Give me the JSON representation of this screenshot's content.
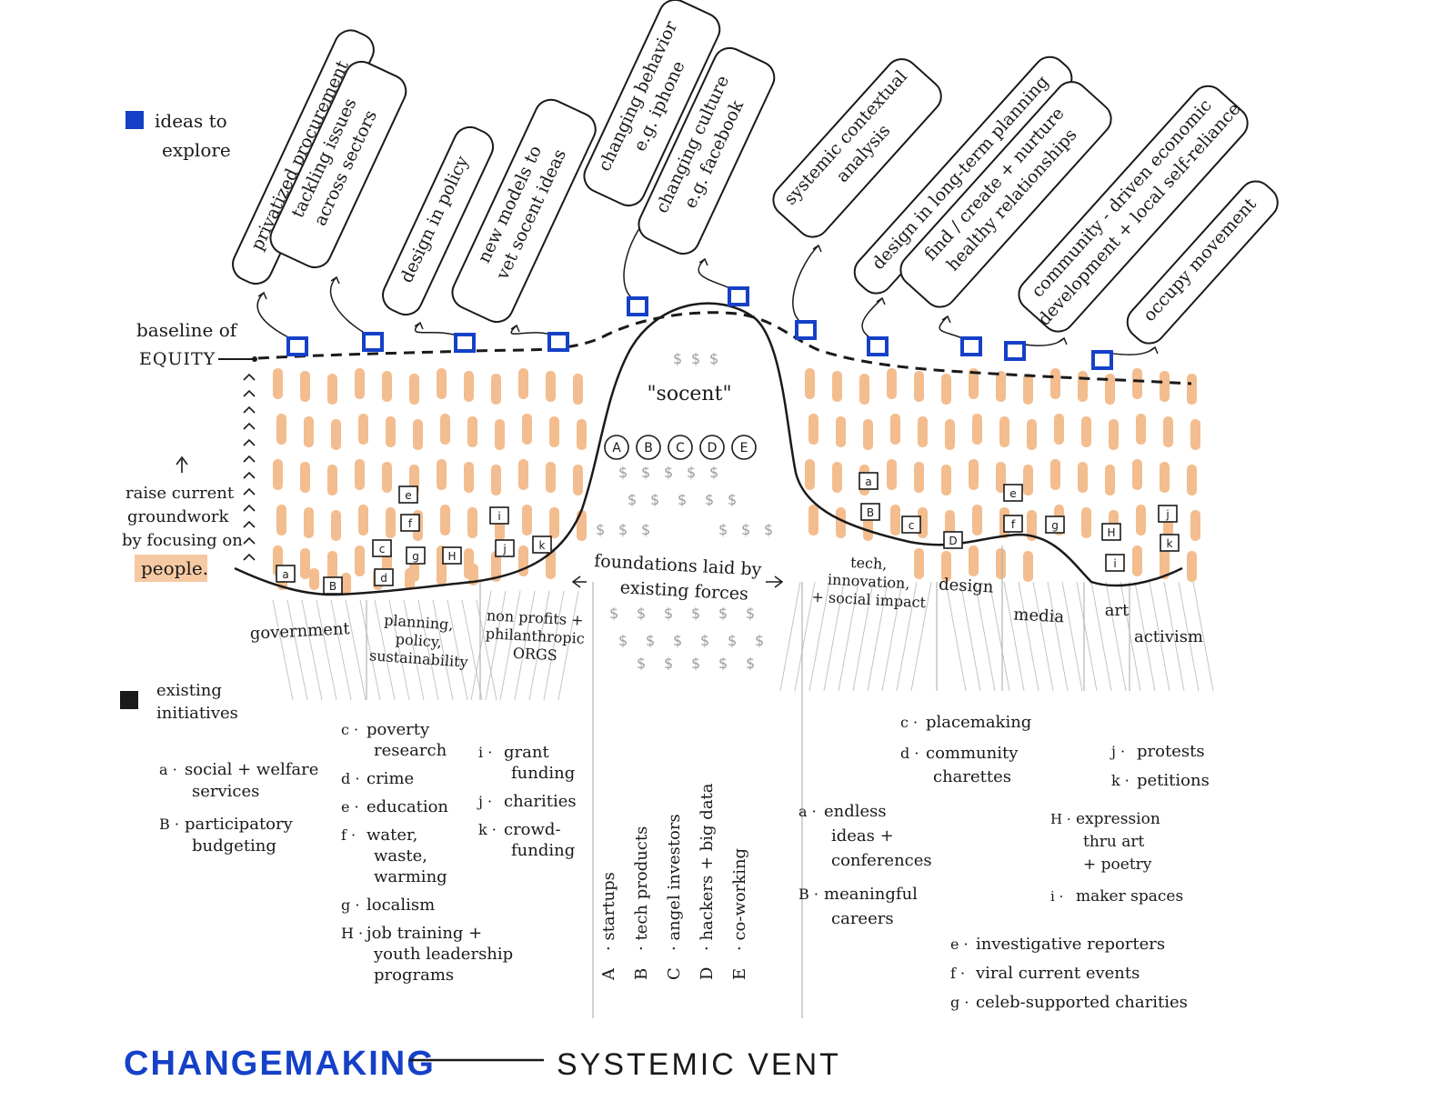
{
  "colors": {
    "ink": "#1a1a1a",
    "blue": "#1540c8",
    "orange": "#f2b27c",
    "pencil": "#b8b8b8"
  },
  "legend": {
    "ideas": "ideas to explore",
    "existing": "existing initiatives"
  },
  "baseline": [
    "baseline of",
    "EQUITY"
  ],
  "raise": [
    "raise current",
    "groundwork",
    "by focusing on",
    "people."
  ],
  "socent": "\"socent\"",
  "socent_letters": [
    "A",
    "B",
    "C",
    "D",
    "E"
  ],
  "foundations": [
    "foundations laid by",
    "existing forces"
  ],
  "ideas": [
    {
      "id": "idea-privatized-procurement",
      "lines": [
        "privatized procurement"
      ]
    },
    {
      "id": "idea-tackling-issues",
      "lines": [
        "tackling issues",
        "across sectors"
      ]
    },
    {
      "id": "idea-design-in-policy",
      "lines": [
        "design in policy"
      ]
    },
    {
      "id": "idea-new-models",
      "lines": [
        "new models to",
        "vet socent ideas"
      ]
    },
    {
      "id": "idea-changing-behavior",
      "lines": [
        "changing behavior",
        "e.g. iphone"
      ]
    },
    {
      "id": "idea-changing-culture",
      "lines": [
        "changing culture",
        "e.g. facebook"
      ]
    },
    {
      "id": "idea-systemic-analysis",
      "lines": [
        "systemic contextual",
        "analysis"
      ]
    },
    {
      "id": "idea-long-term-planning",
      "lines": [
        "design in long-term planning"
      ]
    },
    {
      "id": "idea-relationships",
      "lines": [
        "find / create + nurture",
        "healthy relationships"
      ]
    },
    {
      "id": "idea-community-economic",
      "lines": [
        "community - driven economic",
        "development + local self-reliance"
      ]
    },
    {
      "id": "idea-occupy",
      "lines": [
        "occupy movement"
      ]
    }
  ],
  "sectors": [
    {
      "id": "government",
      "lines": [
        "government"
      ]
    },
    {
      "id": "planning",
      "lines": [
        "planning,",
        "policy,",
        "sustainability"
      ]
    },
    {
      "id": "nonprofits",
      "lines": [
        "non profits +",
        "philanthropic",
        "ORGS"
      ]
    },
    {
      "id": "tech",
      "lines": [
        "tech,",
        "innovation,",
        "+ social impact"
      ]
    },
    {
      "id": "design",
      "lines": [
        "design"
      ]
    },
    {
      "id": "media",
      "lines": [
        "media"
      ]
    },
    {
      "id": "art",
      "lines": [
        "art"
      ]
    },
    {
      "id": "activism",
      "lines": [
        "activism"
      ]
    }
  ],
  "markers_left": [
    "a",
    "B",
    "c",
    "d",
    "e",
    "f",
    "g",
    "H",
    "i",
    "j",
    "k"
  ],
  "markers_right": [
    "a",
    "B",
    "c",
    "D",
    "e",
    "f",
    "g",
    "H",
    "i",
    "j",
    "k"
  ],
  "lists": {
    "government": [
      {
        "key": "a",
        "lines": [
          "social + welfare",
          "services"
        ]
      },
      {
        "key": "B",
        "lines": [
          "participatory",
          "budgeting"
        ]
      }
    ],
    "planning": [
      {
        "key": "c",
        "lines": [
          "poverty",
          "research"
        ]
      },
      {
        "key": "d",
        "lines": [
          "crime"
        ]
      },
      {
        "key": "e",
        "lines": [
          "education"
        ]
      },
      {
        "key": "f",
        "lines": [
          "water,",
          "waste,",
          "warming"
        ]
      },
      {
        "key": "g",
        "lines": [
          "localism"
        ]
      },
      {
        "key": "H",
        "lines": [
          "job training +",
          "youth leadership",
          "programs"
        ]
      }
    ],
    "nonprofits": [
      {
        "key": "i",
        "lines": [
          "grant",
          "funding"
        ]
      },
      {
        "key": "j",
        "lines": [
          "charities"
        ]
      },
      {
        "key": "k",
        "lines": [
          "crowd-",
          "funding"
        ]
      }
    ],
    "socent": [
      {
        "key": "A",
        "text": "startups"
      },
      {
        "key": "B",
        "text": "tech products"
      },
      {
        "key": "C",
        "text": "angel investors"
      },
      {
        "key": "D",
        "text": "hackers + big data"
      },
      {
        "key": "E",
        "text": "co-working"
      }
    ],
    "tech": [
      {
        "key": "a",
        "lines": [
          "endless",
          "ideas +",
          "conferences"
        ]
      },
      {
        "key": "B",
        "lines": [
          "meaningful",
          "careers"
        ]
      }
    ],
    "design": [
      {
        "key": "c",
        "lines": [
          "placemaking"
        ]
      },
      {
        "key": "d",
        "lines": [
          "community",
          "charettes"
        ]
      }
    ],
    "media": [
      {
        "key": "e",
        "lines": [
          "investigative reporters"
        ]
      },
      {
        "key": "f",
        "lines": [
          "viral current events"
        ]
      },
      {
        "key": "g",
        "lines": [
          "celeb-supported charities"
        ]
      }
    ],
    "art": [
      {
        "key": "H",
        "lines": [
          "expression",
          "thru art",
          "+ poetry"
        ]
      },
      {
        "key": "i",
        "lines": [
          "maker spaces"
        ]
      }
    ],
    "activism": [
      {
        "key": "j",
        "lines": [
          "protests"
        ]
      },
      {
        "key": "k",
        "lines": [
          "petitions"
        ]
      }
    ]
  },
  "footer": {
    "title": "CHANGEMAKING",
    "subtitle": "SYSTEMIC VENT"
  }
}
